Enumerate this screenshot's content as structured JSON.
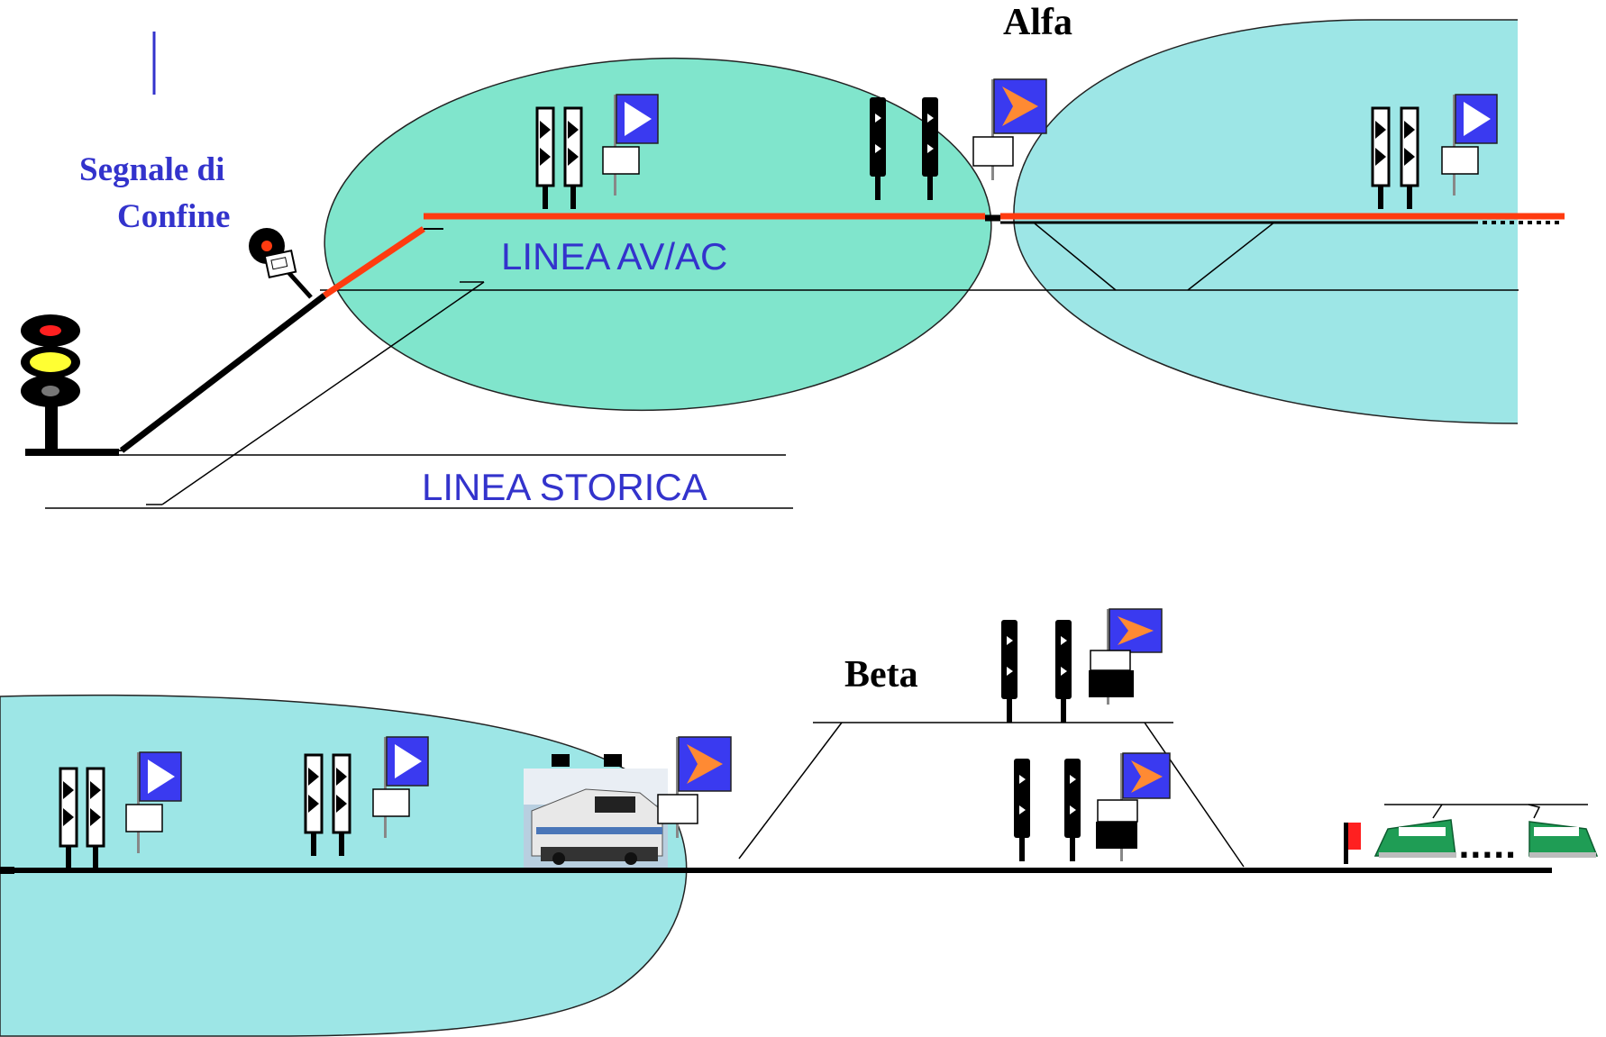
{
  "labels": {
    "alfa": "Alfa",
    "beta": "Beta",
    "border_signal_line1": "Segnale di",
    "border_signal_line2": "Confine",
    "linea_avac": "LINEA AV/AC",
    "linea_storica": "LINEA STORICA"
  },
  "colors": {
    "zone_green": "#80e5cc",
    "zone_cyan": "#9de6e6",
    "rail_red": "#ff3b10",
    "rail_black": "#000000",
    "label_blue": "#3333cc",
    "panel_blue": "#3a3af0",
    "chevron_orange": "#ff8a33",
    "signal_yellow": "#ffff33",
    "signal_red": "#ff2020",
    "train_green": "#1f9d55"
  },
  "icons": {
    "traffic_light": "three-aspect-signal-icon",
    "border_sign": "border-sign-icon",
    "marker_board": "rbc-marker-board-icon",
    "locomotive": "locomotive-photo-icon",
    "train": "high-speed-train-icon",
    "stop_flag": "red-flag-icon"
  }
}
